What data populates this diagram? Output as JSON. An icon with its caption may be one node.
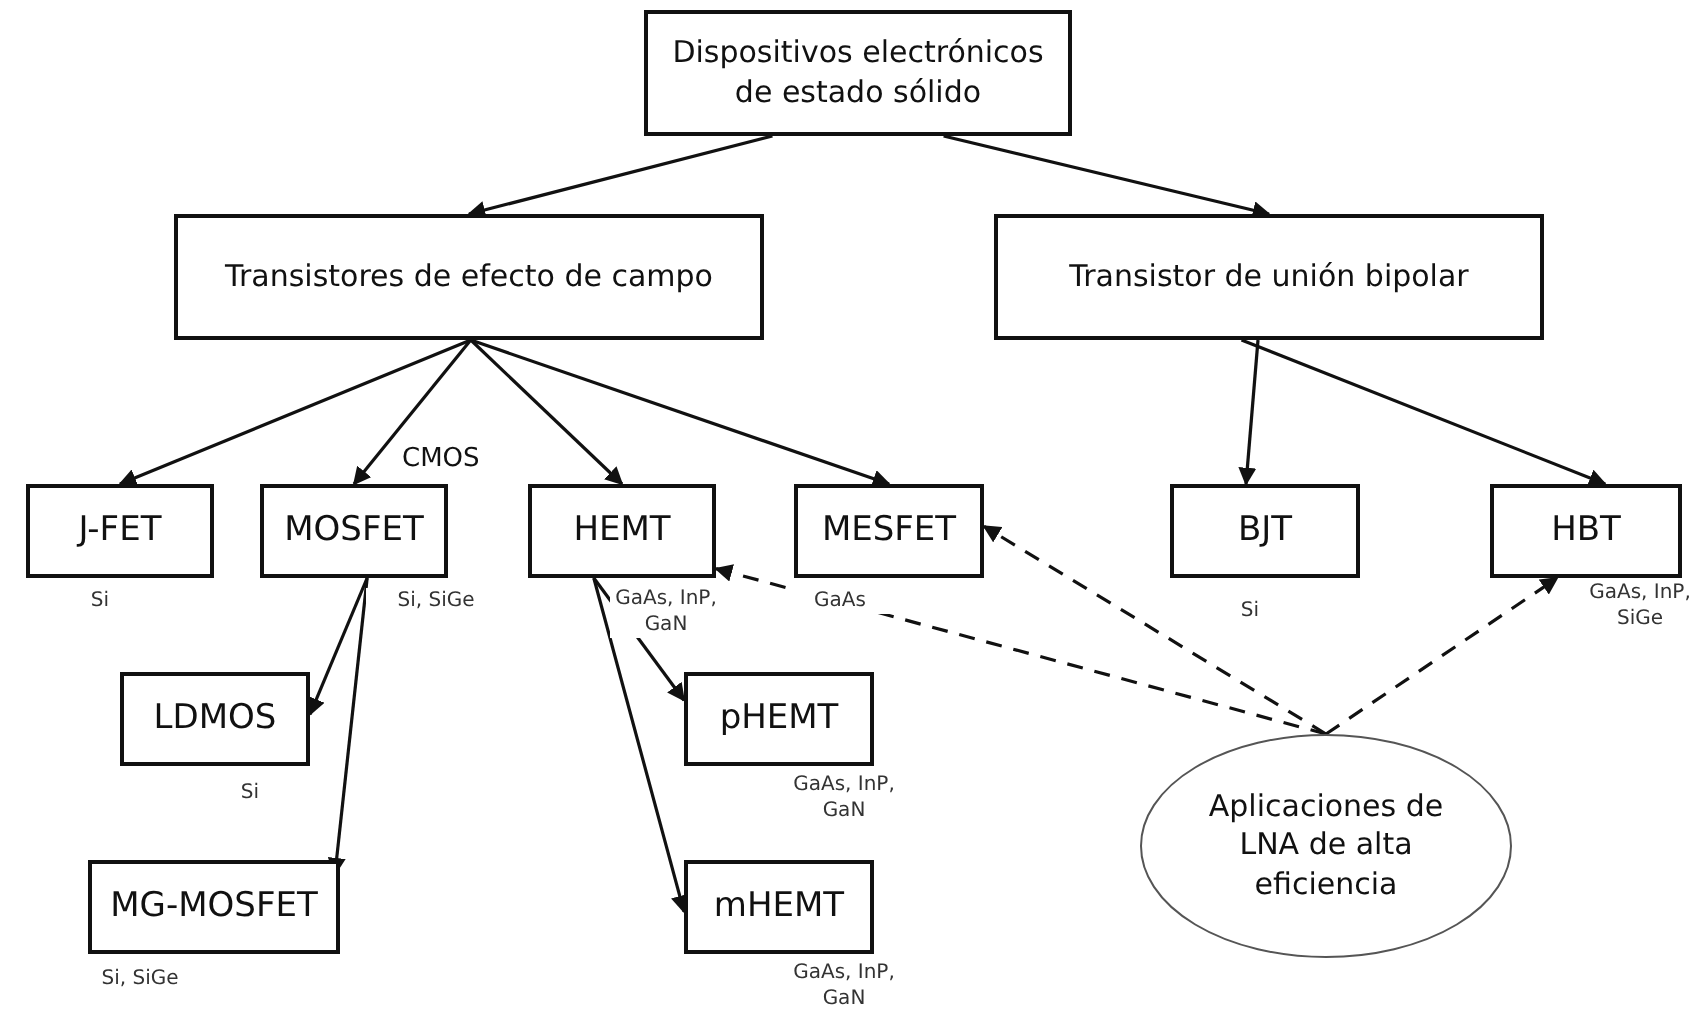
{
  "diagram": {
    "nodes": [
      {
        "text": [
          "Dispositivos electrónicos de estado sólido"
        ]
      },
      {
        "text": [
          "Transistores de efecto de campo"
        ]
      },
      {
        "text": [
          "Transistor de unión bipolar"
        ]
      },
      {
        "text": [
          "J-FET"
        ],
        "beside": [
          "Si"
        ]
      },
      {
        "text": [
          "MOSFET"
        ],
        "beside": [
          "Si, SiGe"
        ]
      },
      {
        "text": [
          "HEMT"
        ],
        "beside": [
          "GaAs, InP, GaN"
        ]
      },
      {
        "text": [
          "MESFET"
        ],
        "beside": [
          "GaAs"
        ]
      },
      {
        "text": [
          "BJT"
        ],
        "beside": [
          "Si"
        ]
      },
      {
        "text": [
          "HBT"
        ],
        "beside": [
          "GaAs, InP, SiGe"
        ]
      },
      {
        "text": [
          "LDMOS"
        ],
        "beside": [
          "Si"
        ]
      },
      {
        "text": [
          "MG-MOSFET"
        ],
        "beside": [
          "Si, SiGe"
        ]
      },
      {
        "text": [
          "pHEMT"
        ],
        "beside": [
          "GaAs, InP, GaN"
        ]
      },
      {
        "text": [
          "mHEMT"
        ],
        "beside": [
          "GaAs, InP, GaN"
        ]
      },
      {
        "text": [
          "Aplicaciones de LNA de alta eficiencia"
        ]
      }
    ],
    "edges": [
      {
        "from": 0,
        "to": 1,
        "arrow": "to"
      },
      {
        "from": 0,
        "to": 2,
        "arrow": "to"
      },
      {
        "from": 1,
        "to": 3,
        "arrow": "to"
      },
      {
        "from": 1,
        "to": 4,
        "arrow": "to",
        "label": "CMOS"
      },
      {
        "from": 1,
        "to": 5,
        "arrow": "to"
      },
      {
        "from": 1,
        "to": 6,
        "arrow": "to"
      },
      {
        "from": 2,
        "to": 7,
        "arrow": "to"
      },
      {
        "from": 2,
        "to": 8,
        "arrow": "to"
      },
      {
        "from": 4,
        "to": 9,
        "arrow": "to"
      },
      {
        "from": 4,
        "to": 10,
        "arrow": "to"
      },
      {
        "from": 5,
        "to": 11,
        "arrow": "to"
      },
      {
        "from": 5,
        "to": 12,
        "arrow": "to"
      },
      {
        "from": 13,
        "to": 5,
        "arrow": "to",
        "style": "dashed"
      },
      {
        "from": 13,
        "to": 6,
        "arrow": "to",
        "style": "dashed"
      },
      {
        "from": 13,
        "to": 8,
        "arrow": "to",
        "style": "dashed"
      }
    ]
  }
}
